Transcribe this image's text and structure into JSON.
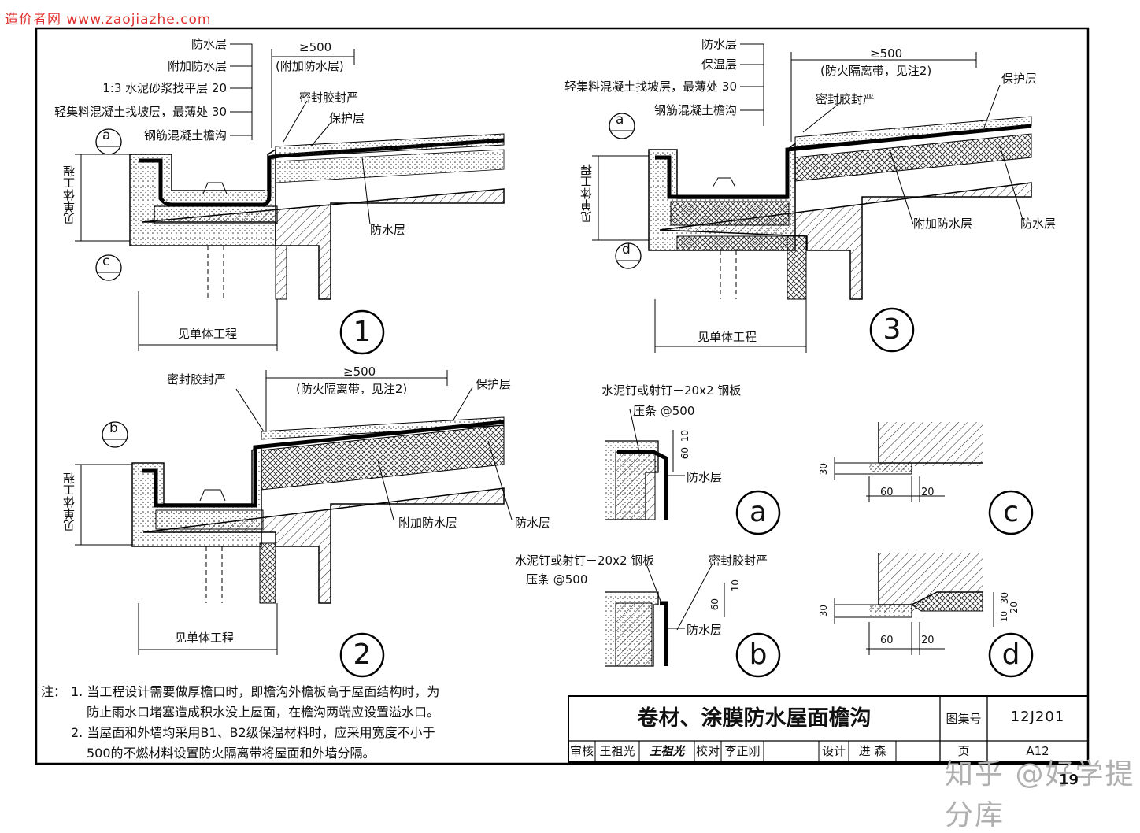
{
  "watermark": "造价者网 www.zaojiazhe.com",
  "fig1": {
    "labels": [
      "防水层",
      "附加防水层",
      "1:3 水泥砂浆找平层 20",
      "轻集料混凝土找坡层，最薄处 30",
      "钢筋混凝土檐沟"
    ],
    "dim": "≥500",
    "dim_note": "(附加防水层)",
    "seal": "密封胶封严",
    "protect": "保护层",
    "waterproof": "防水层",
    "side_dim": "见单体工程",
    "bottom_dim": "见单体工程",
    "tag_top": "a",
    "tag_bottom": "c",
    "number": "1"
  },
  "fig3": {
    "labels": [
      "防水层",
      "保温层",
      "轻集料混凝土找坡层，最薄处 30",
      "钢筋混凝土檐沟"
    ],
    "dim": "≥500",
    "dim_note": "(防火隔离带，见注2)",
    "seal": "密封胶封严",
    "protect": "保护层",
    "extra": "附加防水层",
    "waterproof": "防水层",
    "side_dim": "见单体工程",
    "bottom_dim": "见单体工程",
    "tag_top": "a",
    "tag_bottom": "d",
    "number": "3"
  },
  "fig2": {
    "seal": "密封胶封严",
    "dim": "≥500",
    "dim_note": "(防火隔离带，见注2)",
    "protect": "保护层",
    "extra": "附加防水层",
    "waterproof": "防水层",
    "side_dim": "见单体工程",
    "bottom_dim": "见单体工程",
    "tag_top": "b",
    "number": "2"
  },
  "detail_a": {
    "nail": "水泥钉或射钉－20x2 钢板",
    "strip": "压条 @500",
    "d1": "10",
    "d2": "60",
    "waterproof": "防水层",
    "number": "a"
  },
  "detail_b": {
    "nail": "水泥钉或射钉－20x2 钢板",
    "strip": "压条 @500",
    "seal": "密封胶封严",
    "d1": "10",
    "d2": "60",
    "waterproof": "防水层",
    "number": "b"
  },
  "detail_c": {
    "d30": "30",
    "d60": "60",
    "d20": "20",
    "number": "c"
  },
  "detail_d": {
    "d30": "30",
    "d60": "60",
    "d20": "20",
    "r30": "30",
    "r10": "10",
    "r20": "20",
    "number": "d"
  },
  "notes": {
    "head": "注：",
    "n1a": "1. 当工程设计需要做厚檐口时，即檐沟外檐板高于屋面结构时，为",
    "n1b": "防止雨水口堵塞造成积水没上屋面，在檐沟两端应设置溢水口。",
    "n2a": "2. 当屋面和外墙均采用B1、B2级保温材料时，应采用宽度不小于",
    "n2b": "500的不燃材料设置防火隔离带将屋面和外墙分隔。"
  },
  "titleblock": {
    "title": "卷材、涂膜防水屋面檐沟",
    "atlas_label": "图集号",
    "atlas": "12J201",
    "review": "审核",
    "reviewer": "王祖光",
    "reviewer_sig": "王祖光",
    "check": "校对",
    "checker": "李正刚",
    "design": "设计",
    "designer": "进 森",
    "page_label": "页",
    "page": "A12"
  },
  "zhihu": "知乎 @好学提分库",
  "sheet_no": "19"
}
